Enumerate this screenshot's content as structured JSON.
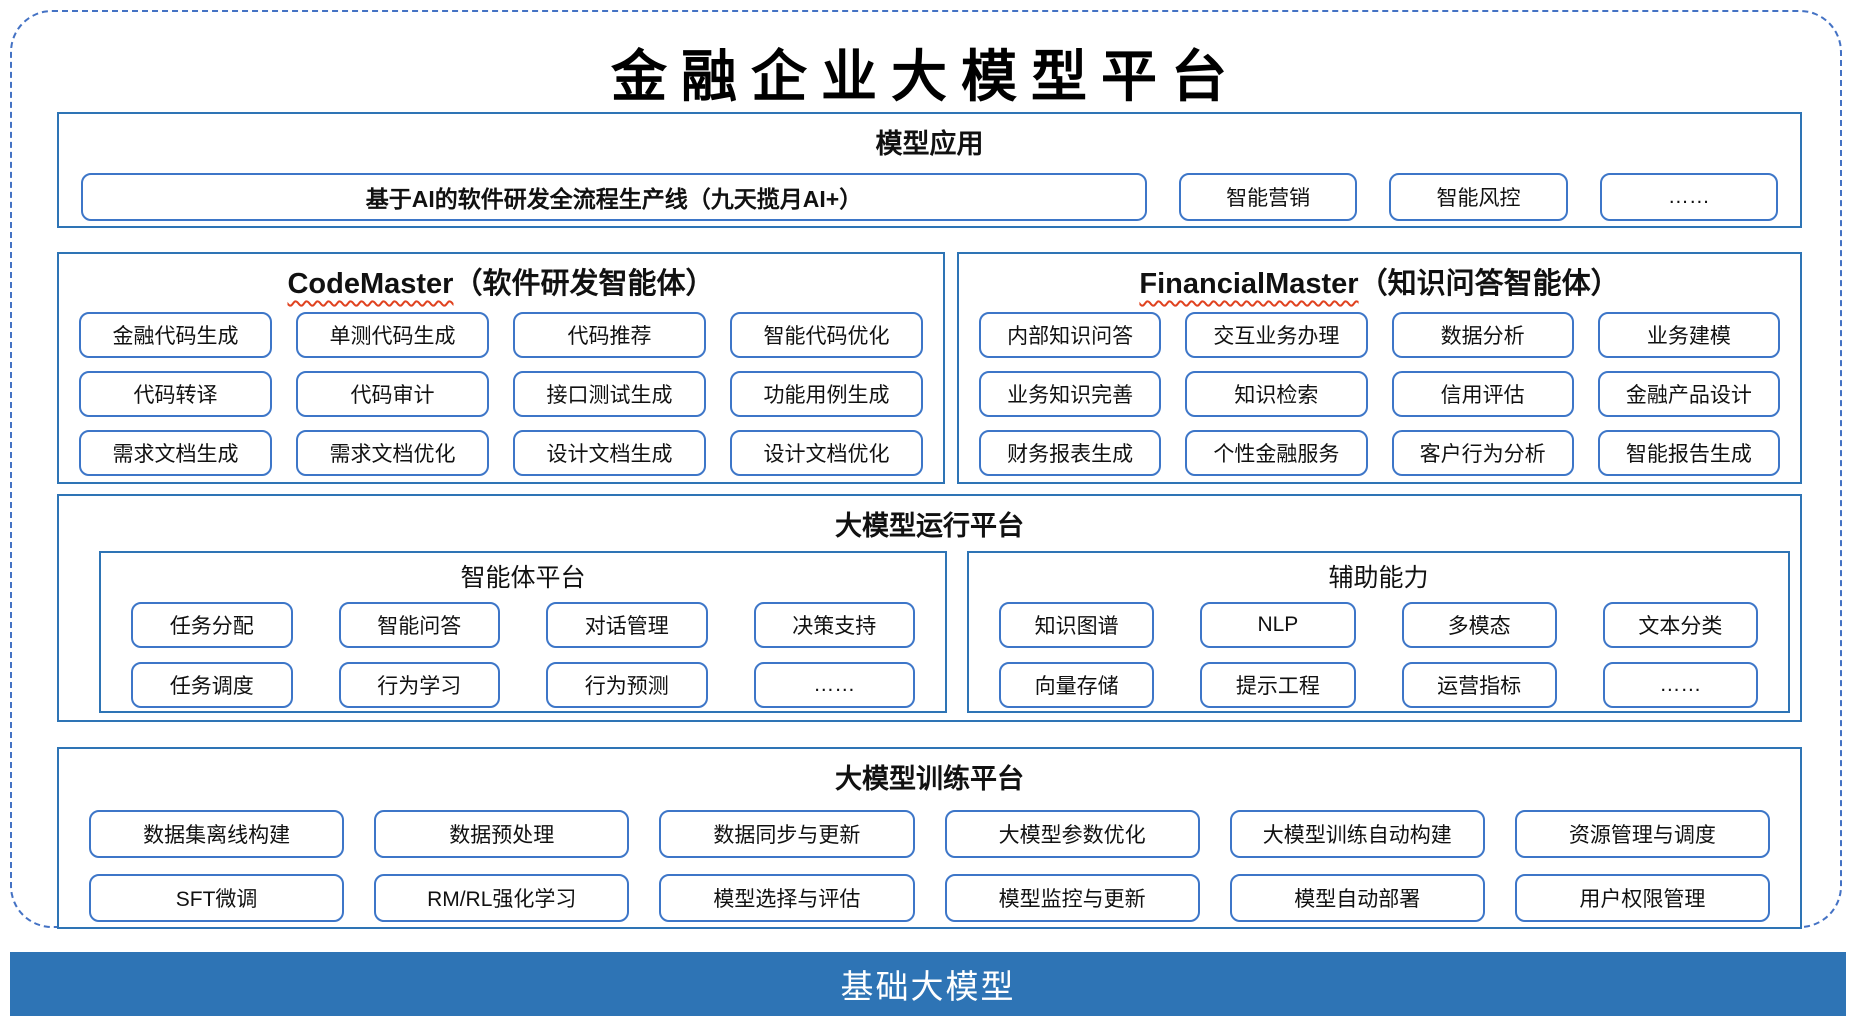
{
  "colors": {
    "section_border": "#2E74B5",
    "pill_border": "#3D76C8",
    "outer_dashed_border": "#4472C4",
    "base_bar_background": "#2E74B5",
    "squiggle_red": "#E0421F"
  },
  "title": "金融企业大模型平台",
  "model_apps": {
    "header": "模型应用",
    "main_item": "基于AI的软件研发全流程生产线（九天揽月AI+）",
    "items": [
      "智能营销",
      "智能风控",
      "……"
    ]
  },
  "code_master": {
    "title_en": "CodeMaster",
    "title_zh": "（软件研发智能体）",
    "items": [
      "金融代码生成",
      "单测代码生成",
      "代码推荐",
      "智能代码优化",
      "代码转译",
      "代码审计",
      "接口测试生成",
      "功能用例生成",
      "需求文档生成",
      "需求文档优化",
      "设计文档生成",
      "设计文档优化"
    ]
  },
  "financial_master": {
    "title_en": "FinancialMaster",
    "title_zh": "（知识问答智能体）",
    "items": [
      "内部知识问答",
      "交互业务办理",
      "数据分析",
      "业务建模",
      "业务知识完善",
      "知识检索",
      "信用评估",
      "金融产品设计",
      "财务报表生成",
      "个性金融服务",
      "客户行为分析",
      "智能报告生成"
    ]
  },
  "runtime_platform": {
    "header": "大模型运行平台",
    "agent_platform": {
      "header": "智能体平台",
      "items": [
        "任务分配",
        "智能问答",
        "对话管理",
        "决策支持",
        "任务调度",
        "行为学习",
        "行为预测",
        "……"
      ]
    },
    "auxiliary": {
      "header": "辅助能力",
      "items": [
        "知识图谱",
        "NLP",
        "多模态",
        "文本分类",
        "向量存储",
        "提示工程",
        "运营指标",
        "……"
      ]
    }
  },
  "training_platform": {
    "header": "大模型训练平台",
    "items": [
      "数据集离线构建",
      "数据预处理",
      "数据同步与更新",
      "大模型参数优化",
      "大模型训练自动构建",
      "资源管理与调度",
      "SFT微调",
      "RM/RL强化学习",
      "模型选择与评估",
      "模型监控与更新",
      "模型自动部署",
      "用户权限管理"
    ]
  },
  "base_model_bar": {
    "label": "基础大模型"
  }
}
